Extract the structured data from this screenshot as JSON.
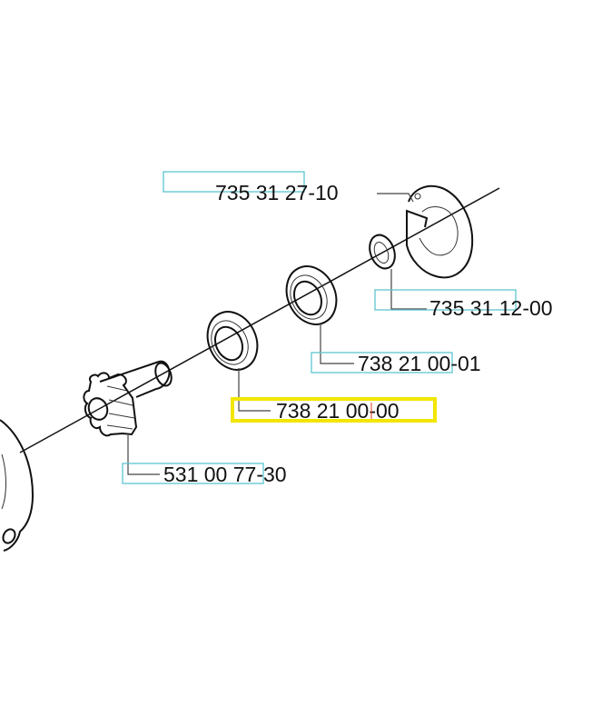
{
  "colors": {
    "callout_box": "#5cc5d0",
    "highlight_box": "#f2e600",
    "line": "#111111"
  },
  "parts": [
    {
      "id": "ring",
      "label": "735 31 27-10",
      "highlighted": false
    },
    {
      "id": "washer",
      "label": "735 31 12-00",
      "highlighted": false
    },
    {
      "id": "bearing-upper",
      "label": "738 21 00-01",
      "highlighted": false
    },
    {
      "id": "bearing-lower",
      "label": "738 21 00-00",
      "highlighted": true
    },
    {
      "id": "bevel-gear",
      "label": "531 00 77-30",
      "highlighted": false
    }
  ]
}
